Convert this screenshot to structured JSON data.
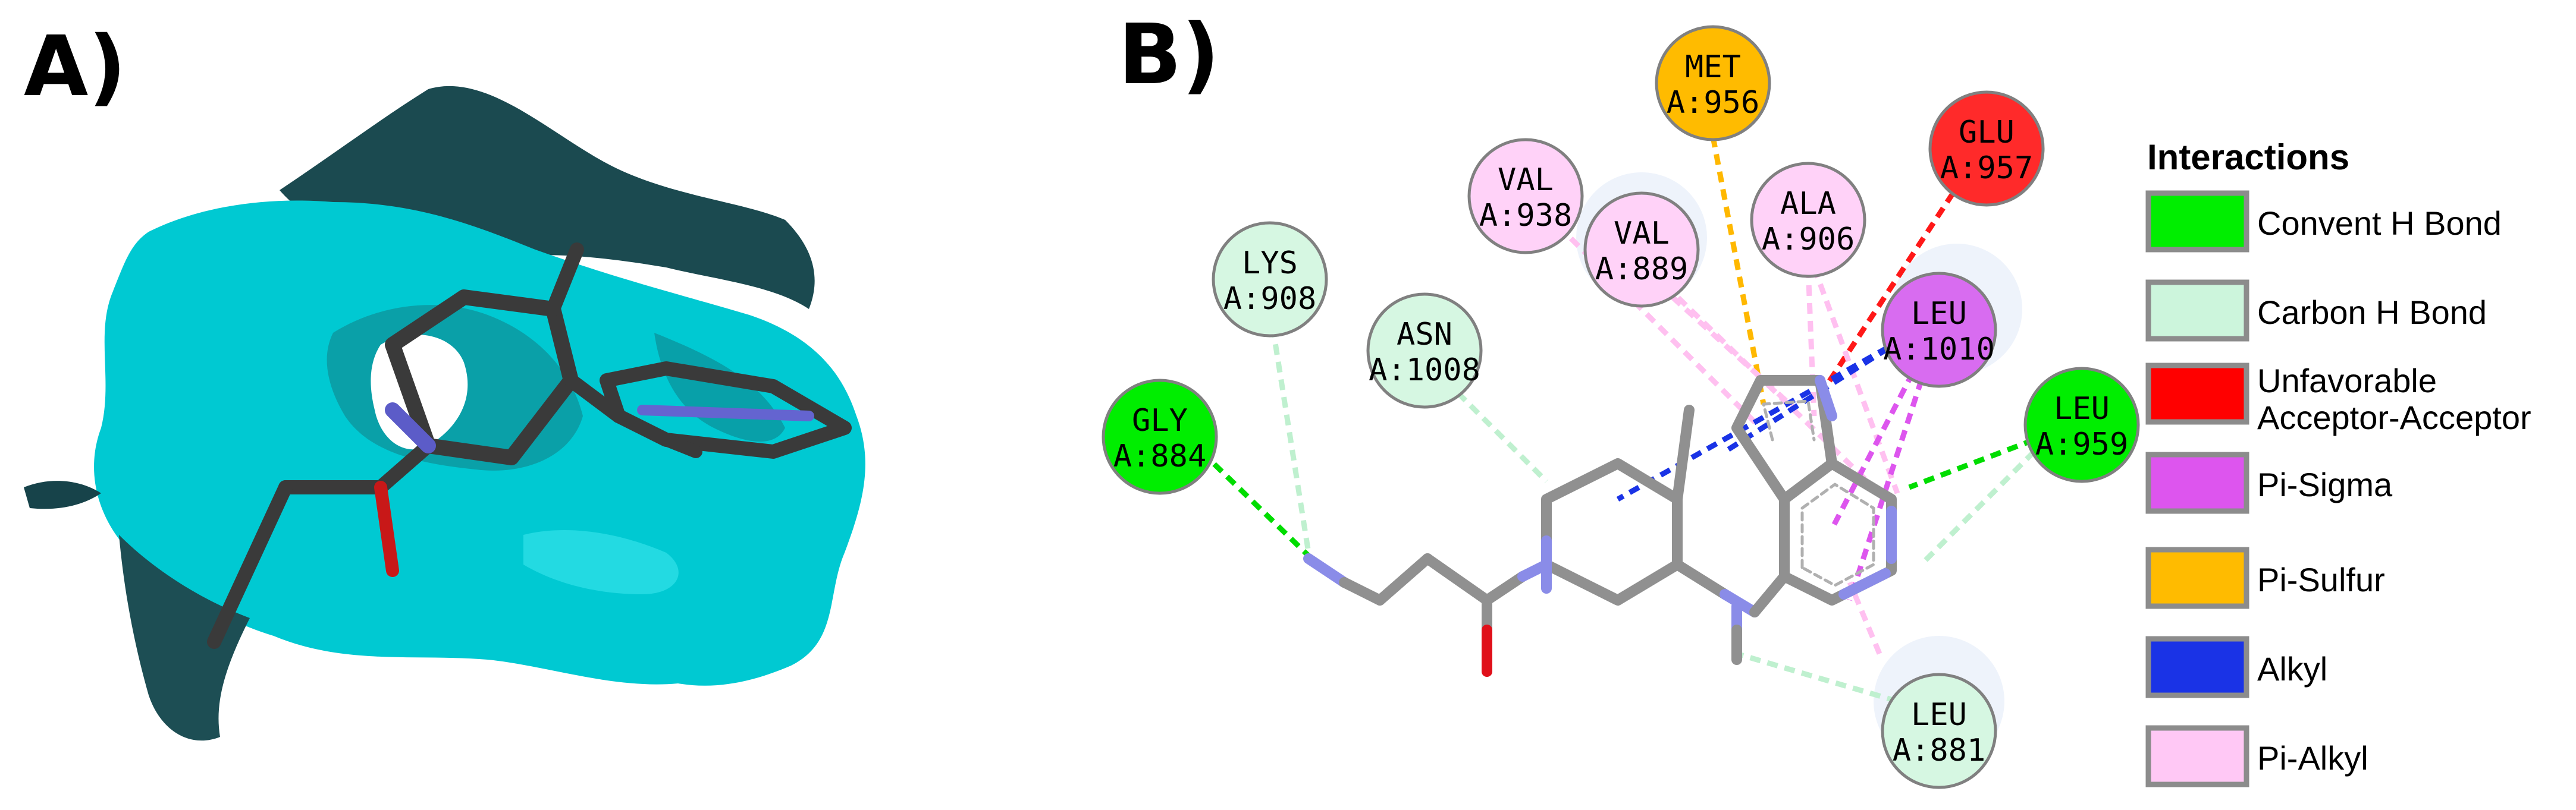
{
  "panels": {
    "a": {
      "label": "A)"
    },
    "b": {
      "label": "B)"
    }
  },
  "residues": [
    {
      "id": "met956",
      "name": "MET",
      "num": "A:956",
      "type": "pi_sulfur"
    },
    {
      "id": "glu957",
      "name": "GLU",
      "num": "A:957",
      "type": "unfavorable"
    },
    {
      "id": "val938",
      "name": "VAL",
      "num": "A:938",
      "type": "pi_alkyl"
    },
    {
      "id": "val889",
      "name": "VAL",
      "num": "A:889",
      "type": "pi_alkyl"
    },
    {
      "id": "ala906",
      "name": "ALA",
      "num": "A:906",
      "type": "pi_alkyl"
    },
    {
      "id": "lys908",
      "name": "LYS",
      "num": "A:908",
      "type": "carbon_h"
    },
    {
      "id": "asn1008",
      "name": "ASN",
      "num": "A:1008",
      "type": "carbon_h"
    },
    {
      "id": "leu1010",
      "name": "LEU",
      "num": "A:1010",
      "type": "pi_sigma"
    },
    {
      "id": "gly884",
      "name": "GLY",
      "num": "A:884",
      "type": "conv_h"
    },
    {
      "id": "leu959",
      "name": "LEU",
      "num": "A:959",
      "type": "conv_h"
    },
    {
      "id": "leu881",
      "name": "LEU",
      "num": "A:881",
      "type": "carbon_h"
    }
  ],
  "legend": {
    "title": "Interactions",
    "items": [
      {
        "label": "Convent H Bond",
        "color": "#00ee00"
      },
      {
        "label": "Carbon H Bond",
        "color": "#ccf5dc"
      },
      {
        "label": "Unfavorable Acceptor-Acceptor",
        "color": "#ff0000"
      },
      {
        "label": "Pi-Sigma",
        "color": "#dd55ee"
      },
      {
        "label": "Pi-Sulfur",
        "color": "#ffbb00"
      },
      {
        "label": "Alkyl",
        "color": "#1a33e6"
      },
      {
        "label": "Pi-Alkyl",
        "color": "#ffc8f5"
      }
    ]
  },
  "colors": {
    "surface_cyan": "#00c8d0",
    "surface_dark": "#17434a",
    "ligand_carbon": "#909090",
    "ligand_nitrogen": "#8a8ce8",
    "ligand_oxygen": "#e0101a",
    "circle_border": "#808080"
  }
}
